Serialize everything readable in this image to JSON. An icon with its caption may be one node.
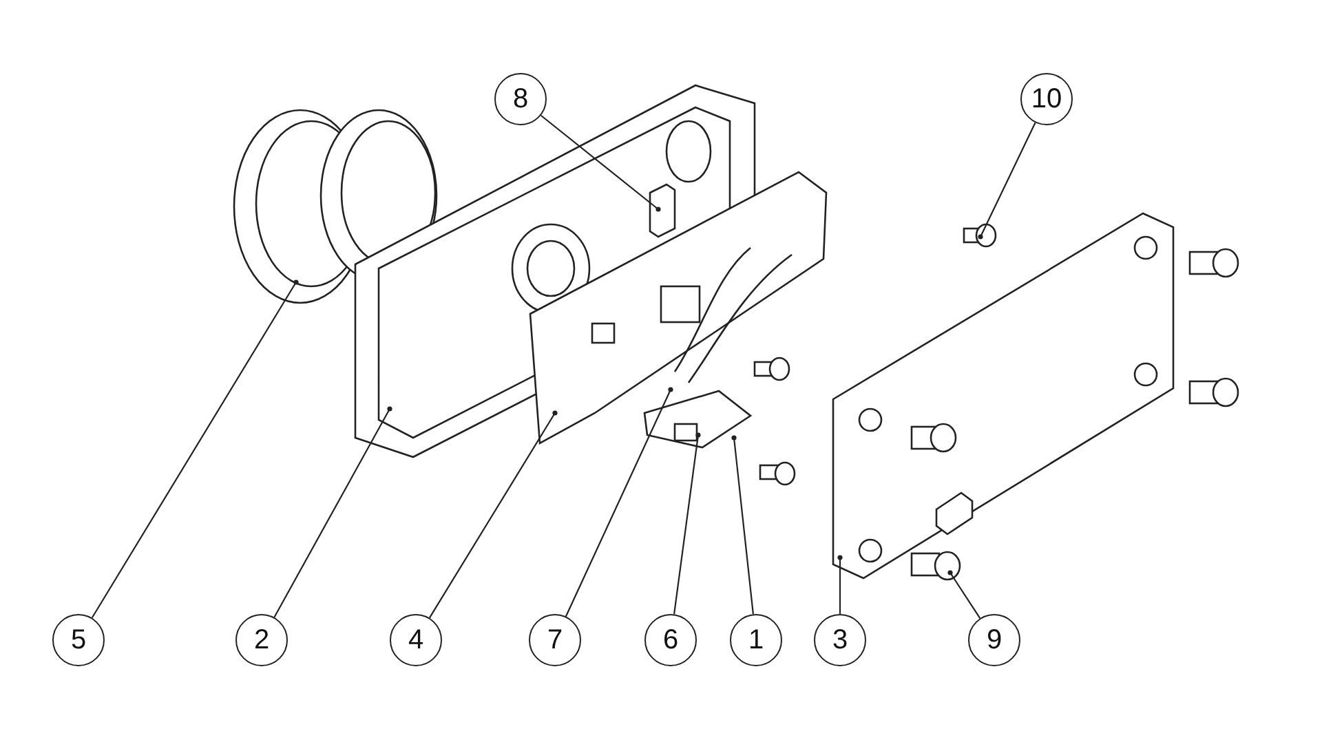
{
  "diagram": {
    "nodes": [
      {
        "text": [
          "8"
        ]
      },
      {
        "text": [
          "10"
        ]
      },
      {
        "text": [
          "5"
        ]
      },
      {
        "text": [
          "2"
        ]
      },
      {
        "text": [
          "4"
        ]
      },
      {
        "text": [
          "7"
        ]
      },
      {
        "text": [
          "6"
        ]
      },
      {
        "text": [
          "1"
        ]
      },
      {
        "text": [
          "3"
        ]
      },
      {
        "text": [
          "9"
        ]
      }
    ],
    "edges": [
      {
        "from": 0,
        "to": null,
        "arrow": "other"
      },
      {
        "from": 1,
        "to": null,
        "arrow": "other"
      },
      {
        "from": 2,
        "to": null,
        "arrow": "other"
      },
      {
        "from": 3,
        "to": null,
        "arrow": "other"
      },
      {
        "from": 4,
        "to": null,
        "arrow": "other"
      },
      {
        "from": 5,
        "to": null,
        "arrow": "other"
      },
      {
        "from": 6,
        "to": null,
        "arrow": "other"
      },
      {
        "from": 7,
        "to": null,
        "arrow": "other"
      },
      {
        "from": 8,
        "to": null,
        "arrow": "other"
      },
      {
        "from": 9,
        "to": null,
        "arrow": "other"
      }
    ]
  }
}
